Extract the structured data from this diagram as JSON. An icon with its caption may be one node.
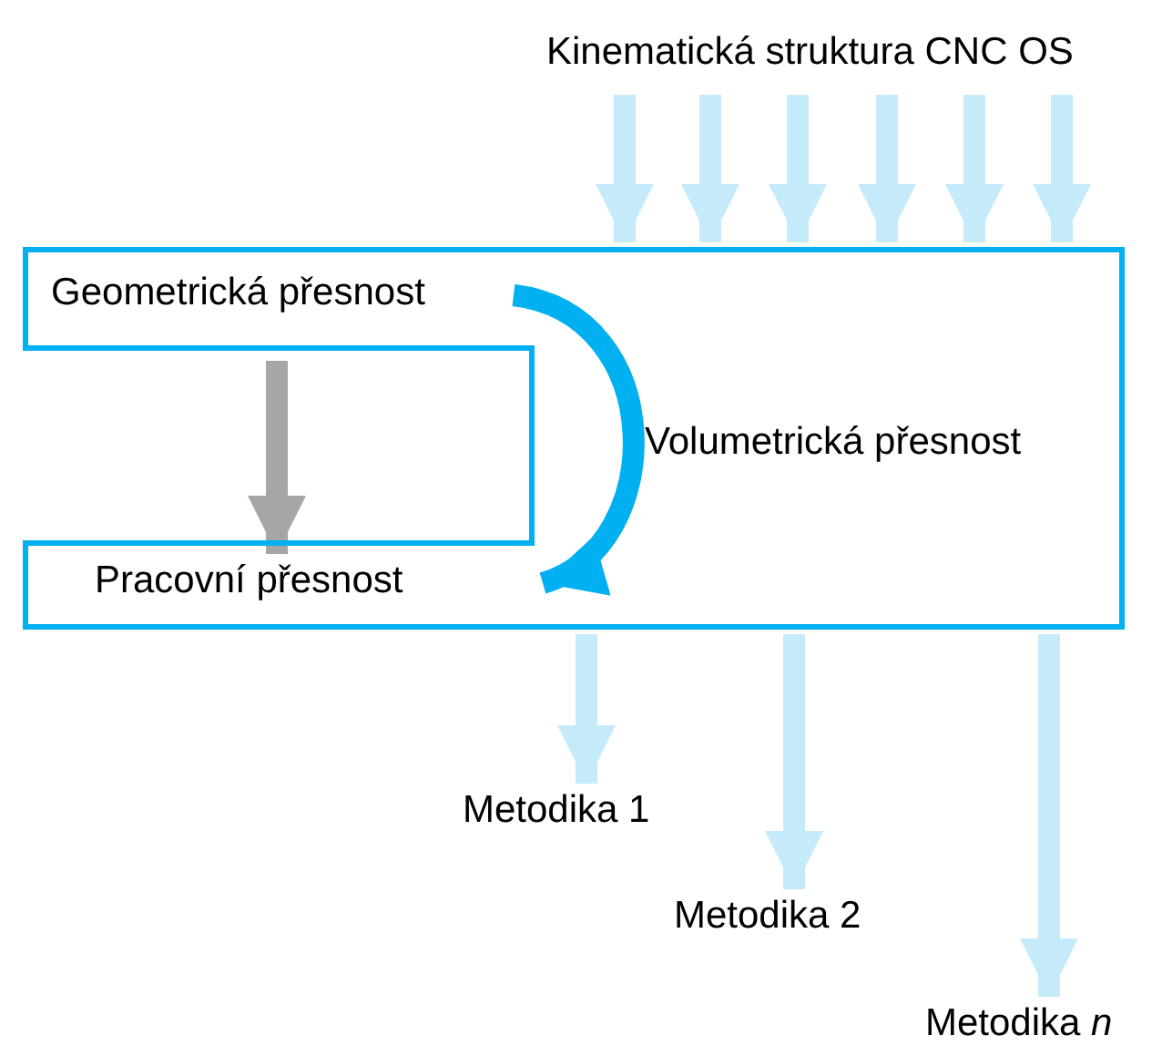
{
  "diagram": {
    "nodes": [
      {
        "text": [
          "Kinematická struktura CNC OS"
        ]
      },
      {
        "text": [
          "Volumetrická přesnost"
        ]
      },
      {
        "text": [
          "Geometrická přesnost"
        ],
        "in": 1
      },
      {
        "text": [
          "Pracovní přesnost"
        ],
        "in": 1
      },
      {
        "text": [
          "Metodika 1"
        ]
      },
      {
        "text": [
          "Metodika 2"
        ]
      },
      {
        "text": [
          "Metodika *n*"
        ]
      }
    ],
    "edges": [
      {
        "from": 0,
        "to": 1,
        "arrow": "to"
      },
      {
        "from": 0,
        "to": 1,
        "arrow": "to"
      },
      {
        "from": 0,
        "to": 1,
        "arrow": "to"
      },
      {
        "from": 0,
        "to": 1,
        "arrow": "to"
      },
      {
        "from": 0,
        "to": 1,
        "arrow": "to"
      },
      {
        "from": 0,
        "to": 1,
        "arrow": "to"
      },
      {
        "from": 2,
        "to": 3,
        "arrow": "to",
        "color": "#a6a6a6"
      },
      {
        "from": 2,
        "to": 3,
        "arrow": "to",
        "color": "#00b0f0"
      },
      {
        "from": 1,
        "to": 4,
        "arrow": "to"
      },
      {
        "from": 1,
        "to": 5,
        "arrow": "to"
      },
      {
        "from": 1,
        "to": 6,
        "arrow": "to"
      }
    ]
  }
}
